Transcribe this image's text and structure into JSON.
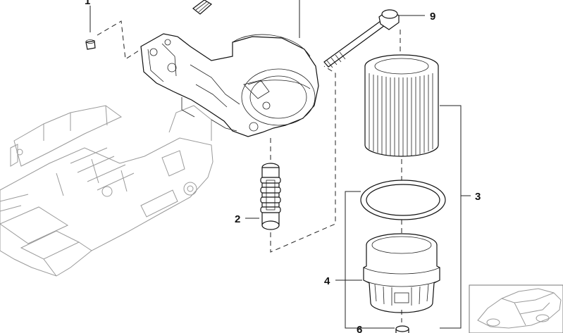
{
  "callouts": {
    "c1": "1",
    "c2": "2",
    "c3": "3",
    "c4": "4",
    "c6": "6",
    "c9": "9"
  },
  "icons": {
    "engine_block": "engine-block-ghost",
    "filter_housing": "oil-filter-housing",
    "bolt": "long-bolt",
    "filter_element": "filter-element",
    "o_ring": "o-ring",
    "filter_cap": "filter-cap",
    "check_valve": "check-valve",
    "car_thumbnail": "car-thumbnail"
  },
  "colors": {
    "line": "#222222",
    "ghost": "#9a9a9a"
  }
}
